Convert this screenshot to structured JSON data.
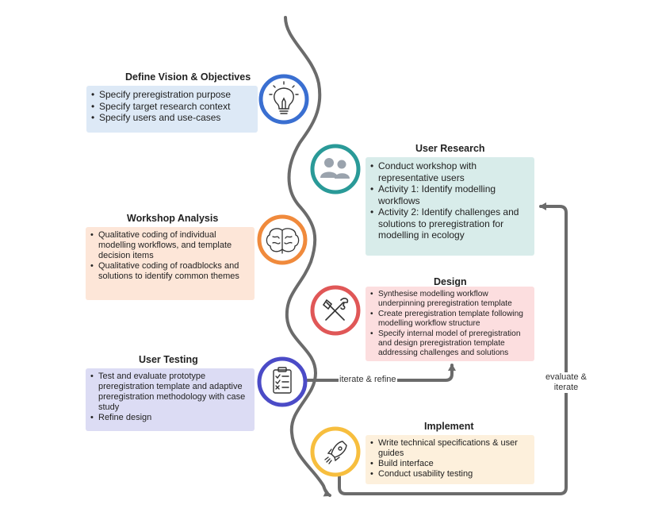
{
  "colors": {
    "path": "#6b6b6b",
    "blue": "#3a6fd1",
    "teal": "#2a9a98",
    "orange": "#f08a3c",
    "red": "#e05757",
    "purple": "#4b4bc7",
    "yellow": "#f7be3e",
    "box_blue": "#dde9f6",
    "box_teal": "#d8ecea",
    "box_orange": "#fde6d8",
    "box_red": "#fcdedf",
    "box_purple": "#dcdcf4",
    "box_yellow": "#fdf0dc"
  },
  "stages": {
    "define": {
      "title": "Define Vision & Objectives",
      "icon": "lightbulb-icon",
      "items": [
        "Specify preregistration purpose",
        "Specify target research context",
        "Specify users and use-cases"
      ]
    },
    "research": {
      "title": "User Research",
      "icon": "users-icon",
      "items": [
        "Conduct workshop with representative users",
        "Activity 1: Identify modelling workflows",
        "Activity 2: Identify challenges and solutions to preregistration for modelling in ecology"
      ]
    },
    "analysis": {
      "title": "Workshop Analysis",
      "icon": "brain-icon",
      "items": [
        "Qualitative coding of individual modelling workflows, and template decision items",
        "Qualitative coding of roadblocks and solutions to identify common themes"
      ]
    },
    "design": {
      "title": "Design",
      "icon": "tools-icon",
      "items": [
        "Synthesise modelling workflow underpinning preregistration template",
        "Create preregistration template following modelling workflow structure",
        "Specify internal model of preregistration and design preregistration template addressing challenges and solutions"
      ]
    },
    "testing": {
      "title": "User Testing",
      "icon": "clipboard-checklist-icon",
      "items": [
        "Test and evaluate prototype preregistration template and adaptive preregistration methodology with case study",
        "Refine design"
      ]
    },
    "implement": {
      "title": "Implement",
      "icon": "rocket-icon",
      "items": [
        "Write technical specifications & user guides",
        "Build interface",
        "Conduct usability testing"
      ]
    }
  },
  "edges": {
    "iterate_refine": "iterate & refine",
    "evaluate_iterate": "evaluate & iterate"
  }
}
